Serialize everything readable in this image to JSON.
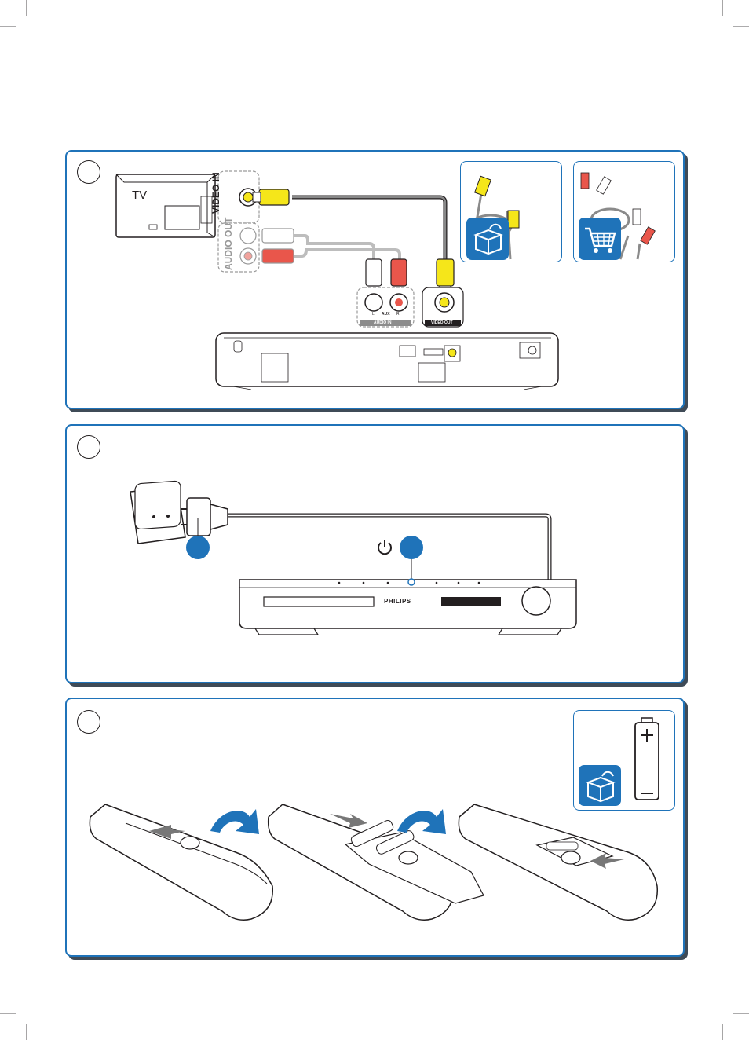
{
  "tv": {
    "label": "TV"
  },
  "connections": {
    "video_in": "VIDEO IN",
    "audio_out": "AUDIO OUT",
    "audio_in": "AUDIO IN",
    "aux": "AUX",
    "left": "L",
    "right": "R",
    "video_out": "VIDEO OUT"
  },
  "player": {
    "brand": "PHILIPS"
  },
  "icons": {
    "box": "box-included-icon",
    "cart": "shopping-cart-icon",
    "power": "power-icon",
    "battery": "battery-icon",
    "arrow": "curved-arrow-icon"
  },
  "colors": {
    "accent": "#1f73b9",
    "yellow": "#f5e61a",
    "red": "#e9564b",
    "white_plug": "#ffffff",
    "panel_shadow": "#3f4b57"
  }
}
